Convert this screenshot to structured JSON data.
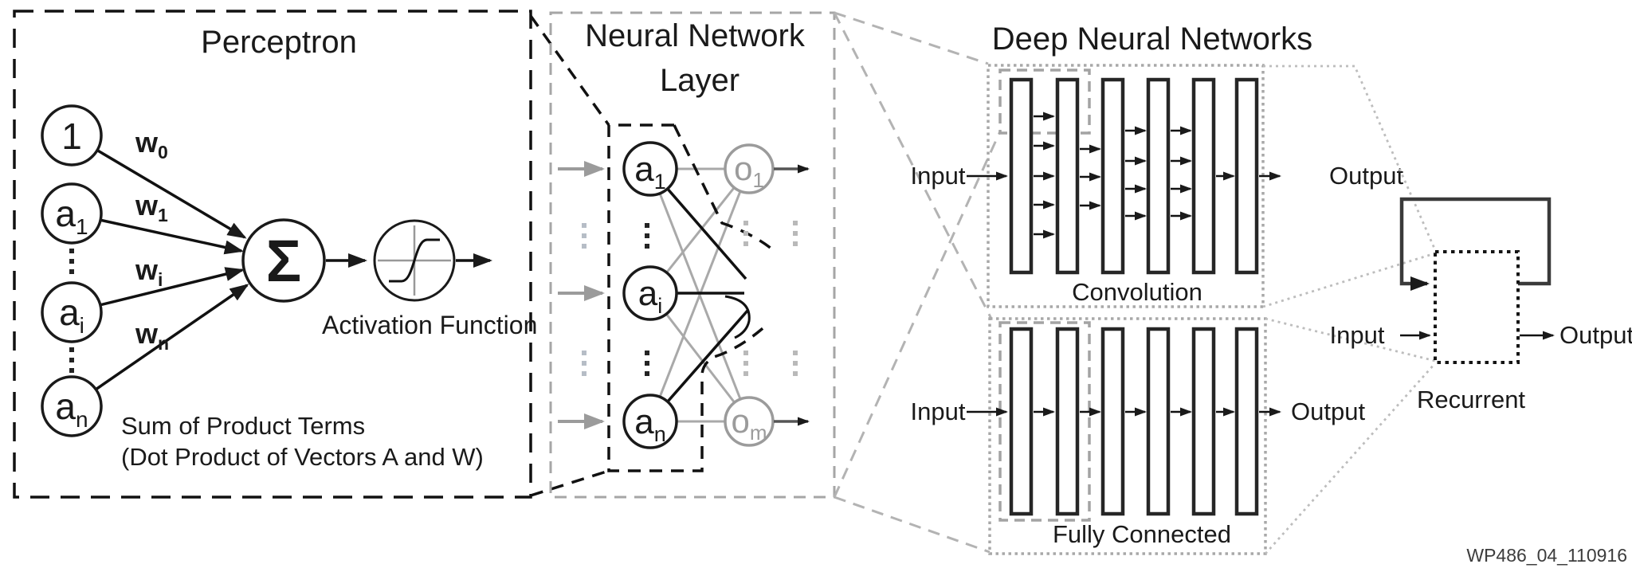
{
  "colors": {
    "ink": "#1a1a1a",
    "gray_node": "#9b9b9b",
    "gray_dash": "#a6a6a6",
    "light_dot": "#bdbdbd",
    "background": "#ffffff"
  },
  "perceptron": {
    "title": "Perceptron",
    "bias_node": "1",
    "input_nodes": [
      {
        "base": "a",
        "sub": "1"
      },
      {
        "base": "a",
        "sub": "i"
      },
      {
        "base": "a",
        "sub": "n"
      }
    ],
    "weights": [
      {
        "base": "w",
        "sub": "0"
      },
      {
        "base": "w",
        "sub": "1"
      },
      {
        "base": "w",
        "sub": "i"
      },
      {
        "base": "w",
        "sub": "n"
      }
    ],
    "sum_symbol": "Σ",
    "activation_label": "Activation Function",
    "caption_line1": "Sum of Product Terms",
    "caption_line2": "(Dot Product of Vectors A and W)"
  },
  "nn_layer": {
    "title_line1": "Neural Network",
    "title_line2": "Layer",
    "input_nodes": [
      {
        "base": "a",
        "sub": "1"
      },
      {
        "base": "a",
        "sub": "i"
      },
      {
        "base": "a",
        "sub": "n"
      }
    ],
    "output_nodes": [
      {
        "base": "o",
        "sub": "1"
      },
      {
        "base": "o",
        "sub": "m"
      }
    ]
  },
  "dnn": {
    "title": "Deep Neural Networks",
    "convolution": {
      "label": "Convolution",
      "input_label": "Input",
      "output_label": "Output"
    },
    "fully_connected": {
      "label": "Fully Connected",
      "input_label": "Input",
      "output_label": "Output"
    }
  },
  "recurrent": {
    "label": "Recurrent",
    "input_label": "Input",
    "output_label": "Output"
  },
  "watermark": "WP486_04_110916"
}
